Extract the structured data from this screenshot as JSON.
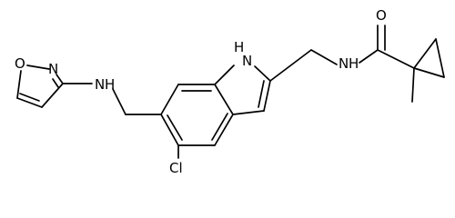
{
  "structure": {
    "atom_labels": {
      "isoxazole_o": "O",
      "isoxazole_n": "N",
      "amine_nh": "N",
      "amine_h": "H",
      "indole_h": "H",
      "indole_n": "N",
      "amide_nh": "N",
      "amide_h": "H",
      "carbonyl_o": "O",
      "chlorine": "Cl"
    }
  }
}
